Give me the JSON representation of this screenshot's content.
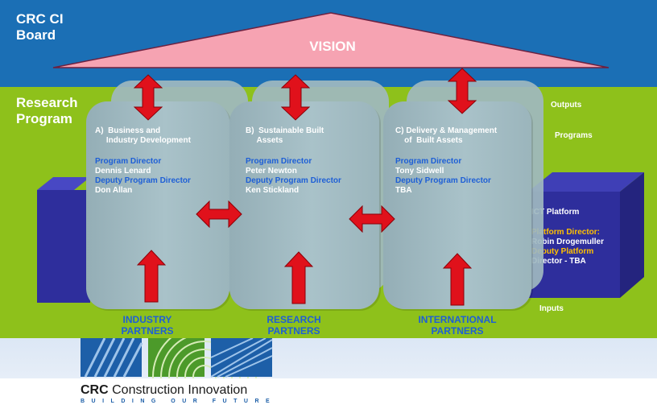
{
  "board": {
    "title": [
      "CRC CI",
      "Board"
    ],
    "vision": "VISION"
  },
  "research": {
    "title": [
      "Research",
      "Program"
    ]
  },
  "programs": [
    {
      "title": [
        "A)  Business and",
        "     Industry Development"
      ],
      "role1": "Program Director",
      "name1": "Dennis Lenard",
      "role2": "Deputy Program Director",
      "name2": "Don Allan",
      "partner": [
        "INDUSTRY",
        "PARTNERS"
      ]
    },
    {
      "title": [
        "B)  Sustainable Built",
        "     Assets"
      ],
      "role1": "Program Director",
      "name1": "Peter Newton",
      "role2": "Deputy Program Director",
      "name2": "Ken Stickland",
      "partner": [
        "RESEARCH",
        "PARTNERS"
      ]
    },
    {
      "title": [
        "C) Delivery & Management",
        "    of  Built Assets"
      ],
      "role1": "Program Director",
      "name1": "Tony Sidwell",
      "role2": "Deputy Program Director",
      "name2": "TBA",
      "partner": [
        "INTERNATIONAL",
        "PARTNERS"
      ]
    }
  ],
  "side_labels": {
    "outputs": "Outputs",
    "programs": "Programs",
    "inputs": "Inputs"
  },
  "ict": {
    "title": "ICT Platform",
    "role1": "Platform Director:",
    "name1": "Robin Drogemuller",
    "role2": "Deputy Platform",
    "name2": "Director - TBA"
  },
  "logo": {
    "brand": "CRC",
    "name": "Construction Innovation",
    "tagline": "BUILDING OUR FUTURE"
  },
  "colors": {
    "board_blue": "#1b6fb5",
    "research_green": "#8ec11b",
    "vision_pink": "#f6a3b2",
    "arrow_red": "#e0111b",
    "cube_blue": "#2e2e9c",
    "role_blue": "#1e5fd6",
    "ict_role_yellow": "#ffc000"
  }
}
